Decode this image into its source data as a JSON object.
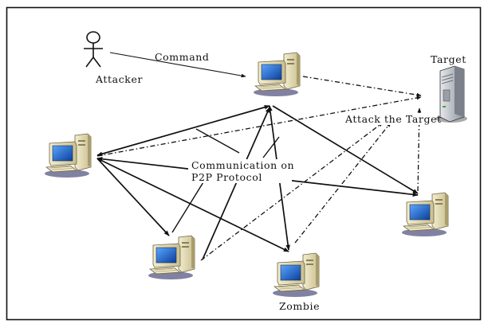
{
  "labels": {
    "attacker": "Attacker",
    "command": "Command",
    "target": "Target",
    "attack_the_target": "Attack the Target",
    "p2p_line1": "Communication on",
    "p2p_line2": "P2P Protocol",
    "zombie": "Zombie"
  },
  "nodes": [
    {
      "id": "attacker",
      "kind": "stick-figure"
    },
    {
      "id": "command-pc",
      "kind": "computer"
    },
    {
      "id": "left-pc",
      "kind": "computer"
    },
    {
      "id": "right-pc",
      "kind": "computer"
    },
    {
      "id": "bottom-left-pc",
      "kind": "computer"
    },
    {
      "id": "zombie-pc",
      "kind": "computer"
    },
    {
      "id": "target-server",
      "kind": "server"
    }
  ],
  "edges": [
    {
      "from": "attacker",
      "to": "command-pc",
      "style": "solid-thin",
      "label": "command"
    },
    {
      "from": "command-pc",
      "to": "target-server",
      "style": "dash-dot"
    },
    {
      "from": "left-pc",
      "to": "target-server",
      "style": "dash-dot"
    },
    {
      "from": "bottom-left-pc",
      "to": "target-server",
      "style": "dash-dot"
    },
    {
      "from": "zombie-pc",
      "to": "target-server",
      "style": "dash-dot"
    },
    {
      "from": "right-pc",
      "to": "target-server",
      "style": "dash-dot"
    },
    {
      "from": "command-pc",
      "to": "left-pc",
      "style": "solid",
      "bidirectional": true
    },
    {
      "from": "command-pc",
      "to": "zombie-pc",
      "style": "solid",
      "bidirectional": true
    },
    {
      "from": "command-pc",
      "to": "right-pc",
      "style": "solid"
    },
    {
      "from": "left-pc",
      "to": "right-pc",
      "style": "solid",
      "bidirectional": true
    },
    {
      "from": "left-pc",
      "to": "bottom-left-pc",
      "style": "solid"
    },
    {
      "from": "left-pc",
      "to": "zombie-pc",
      "style": "solid",
      "bidirectional": true
    },
    {
      "from": "bottom-left-pc",
      "to": "command-pc",
      "style": "solid"
    }
  ],
  "colors": {
    "line": "#111111",
    "screen": "#1a6fd6",
    "case": "#e8e0b8",
    "server": "#b8bcc4"
  }
}
